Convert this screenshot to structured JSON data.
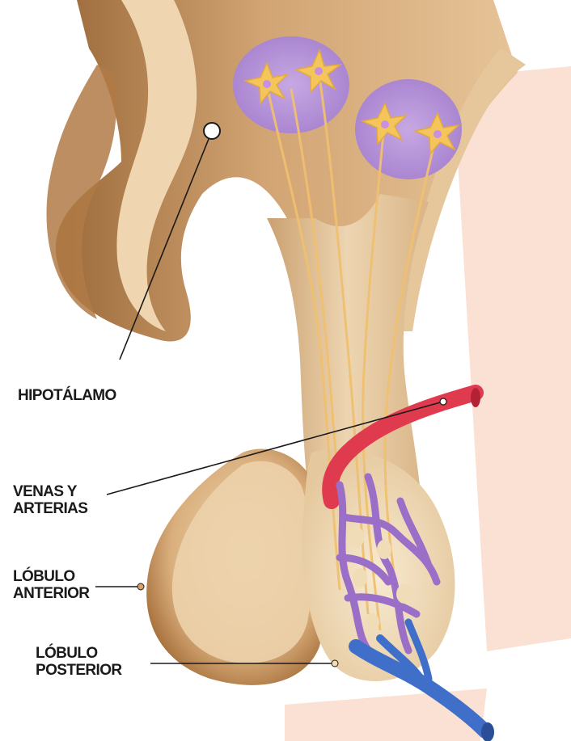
{
  "labels": {
    "hipotalamo": "HIPOTÁLAMO",
    "venas_line1": "VENAS Y",
    "venas_line2": "ARTERIAS",
    "anterior_line1": "LÓBULO",
    "anterior_line2": "ANTERIOR",
    "posterior_line1": "LÓBULO",
    "posterior_line2": "POSTERIOR"
  },
  "colors": {
    "tissue_dark": "#a9743f",
    "tissue_mid": "#d8b080",
    "tissue_light": "#f1dcb8",
    "nucleus": "#b794d6",
    "neuron": "#f3c55a",
    "artery": "#e03a4f",
    "vein": "#3f6fc9",
    "capillary": "#9b6fc8",
    "background_pink": "#fbe0d4"
  }
}
